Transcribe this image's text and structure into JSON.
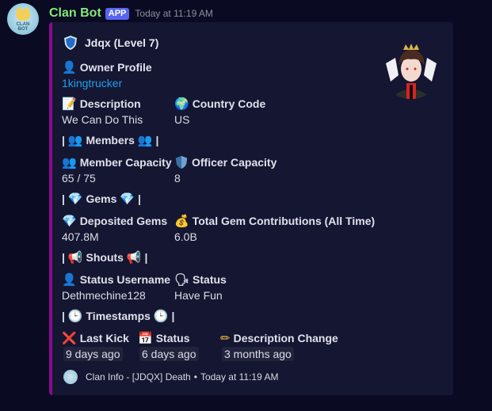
{
  "message": {
    "author": "Clan Bot",
    "badge": "APP",
    "timestamp": "Today at 11:19 AM",
    "avatar_label": "CLAN BOT"
  },
  "embed": {
    "accent_color": "#8a0a91",
    "title": "Jdqx (Level 7)",
    "title_icon": "shield-icon",
    "owner": {
      "name": "Owner Profile",
      "icon": "👤",
      "value": "1kingtrucker"
    },
    "description": {
      "name": "Description",
      "icon": "📝",
      "value": "We Can Do This"
    },
    "country": {
      "name": "Country Code",
      "icon": "🌍",
      "value": "US"
    },
    "sections": {
      "members": {
        "prefix": "|",
        "icon": "👥",
        "label": "Members",
        "suffix": "|"
      },
      "gems": {
        "prefix": "|",
        "icon": "💎",
        "label": "Gems",
        "suffix": "|"
      },
      "shouts": {
        "prefix": "|",
        "icon": "📢",
        "label": "Shouts",
        "suffix": "|"
      },
      "timestamps": {
        "prefix": "|",
        "icon": "🕒",
        "label": "Timestamps",
        "suffix": "|"
      }
    },
    "member_capacity": {
      "name": "Member Capacity",
      "icon": "👥",
      "value": "65 / 75"
    },
    "officer_capacity": {
      "name": "Officer Capacity",
      "icon": "🛡",
      "value": "8"
    },
    "deposited_gems": {
      "name": "Deposited Gems",
      "icon": "💎",
      "value": "407.8M"
    },
    "total_contrib": {
      "name": "Total Gem Contributions (All Time)",
      "icon": "💰",
      "value": "6.0B"
    },
    "status_username": {
      "name": "Status Username",
      "icon": "👤",
      "value": "Dethmechine128"
    },
    "status": {
      "name": "Status",
      "icon": "🗣",
      "value": "Have Fun"
    },
    "last_kick": {
      "name": "Last Kick",
      "icon": "❌",
      "value": "9 days ago"
    },
    "status_time": {
      "name": "Status",
      "icon": "📅",
      "value": "6 days ago"
    },
    "desc_change": {
      "name": "Description Change",
      "icon": "✏",
      "value": "3 months ago"
    },
    "footer": {
      "text": "Clan Info - [JDQX] Death",
      "separator": "•",
      "timestamp": "Today at 11:19 AM"
    }
  }
}
